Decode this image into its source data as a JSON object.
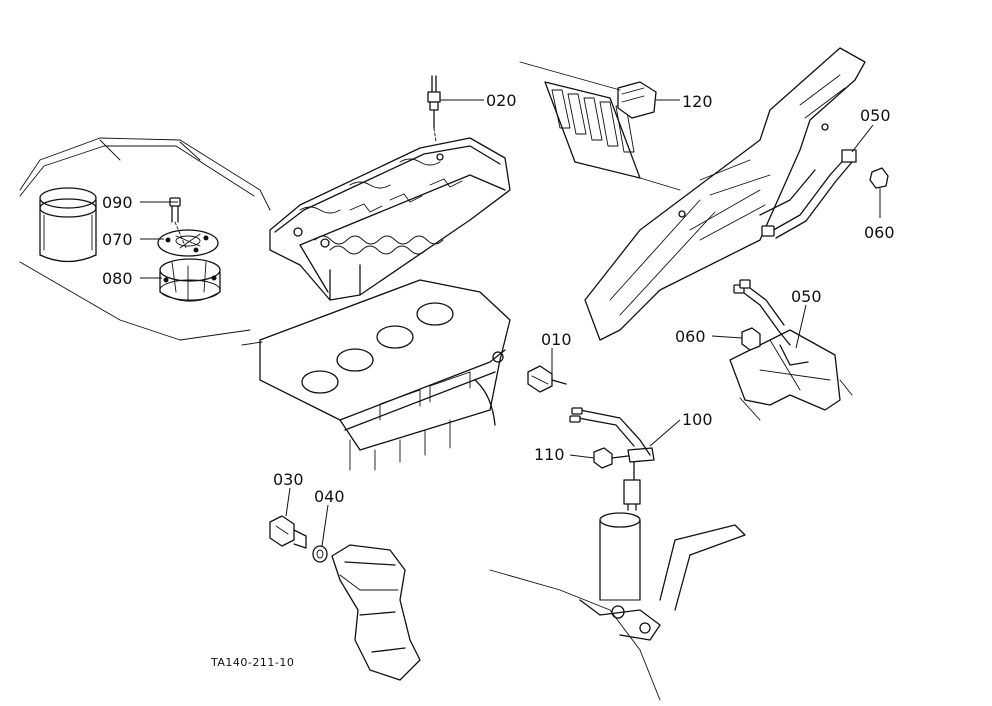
{
  "figure": {
    "reference_code": "TA140-211-10"
  },
  "callouts": [
    {
      "id": "010",
      "label": "010"
    },
    {
      "id": "020",
      "label": "020"
    },
    {
      "id": "030",
      "label": "030"
    },
    {
      "id": "040",
      "label": "040"
    },
    {
      "id": "050a",
      "label": "050"
    },
    {
      "id": "050b",
      "label": "050"
    },
    {
      "id": "060a",
      "label": "060"
    },
    {
      "id": "060b",
      "label": "060"
    },
    {
      "id": "070",
      "label": "070"
    },
    {
      "id": "080",
      "label": "080"
    },
    {
      "id": "090",
      "label": "090"
    },
    {
      "id": "100",
      "label": "100"
    },
    {
      "id": "110",
      "label": "110"
    },
    {
      "id": "120",
      "label": "120"
    }
  ]
}
